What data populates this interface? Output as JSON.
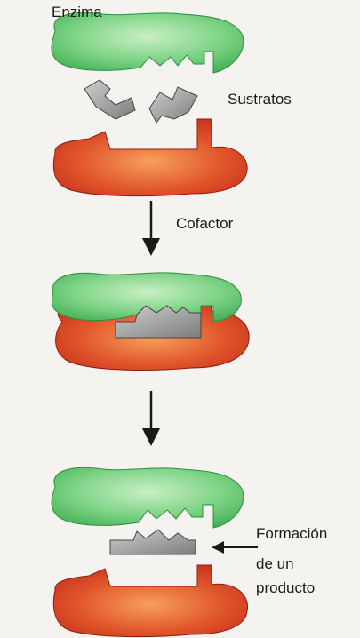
{
  "labels": {
    "enzyme": "Enzima",
    "substrates": "Sustratos",
    "cofactor": "Cofactor",
    "product_line1": "Formación",
    "product_line2": "de un",
    "product_line3": "producto"
  },
  "colors": {
    "enzyme_green": "#5cc46a",
    "cofactor_red": "#d9361f",
    "substrate_gray": "#8a8a8a",
    "arrow": "#1a1a1a",
    "background": "#f4f3ef"
  }
}
